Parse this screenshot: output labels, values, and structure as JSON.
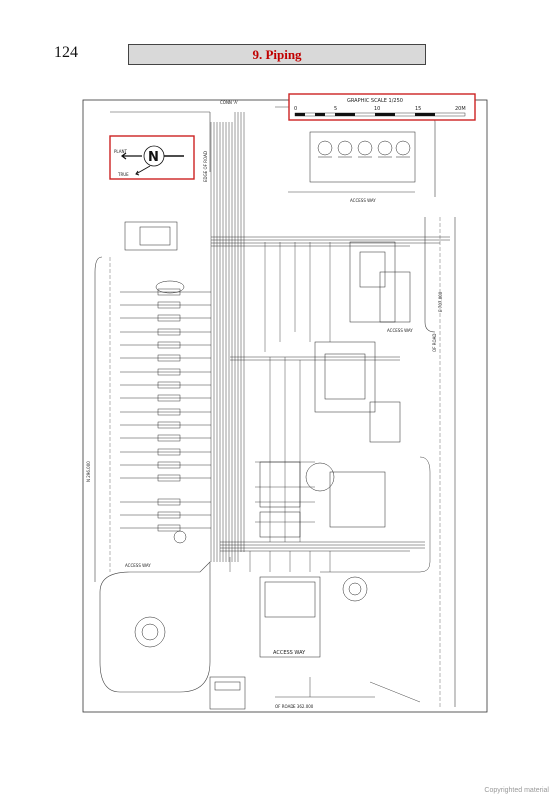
{
  "header": {
    "page_number": "124",
    "chapter_title": "9. Piping"
  },
  "drawing": {
    "scale": {
      "title": "GRAPHIC SCALE 1/250",
      "ticks": [
        "0",
        "5",
        "10",
        "15",
        "20M"
      ]
    },
    "north_arrow": {
      "symbol": "N",
      "label_plant": "PLANT",
      "label_true": "TRUE"
    },
    "labels": {
      "conn_a": "CONN 'A'",
      "access_way_top": "ACCESS WAY",
      "access_way_mid": "ACCESS WAY",
      "access_way_left": "ACCESS WAY",
      "access_way_bottom": "ACCESS WAY",
      "edge_of_road": "EDGE OF ROAD",
      "of_road_right": "OF ROAD",
      "of_road_bottom": "OF ROAD",
      "el_right": "E 707.000",
      "el_bottom": "E 362.000",
      "el_left": "N 296.000"
    }
  },
  "footer": {
    "watermark": "Copyrighted material"
  },
  "colors": {
    "chapter_text": "#c00000",
    "highlight_box": "#cc2222",
    "chapter_band": "#d9d9d9"
  }
}
